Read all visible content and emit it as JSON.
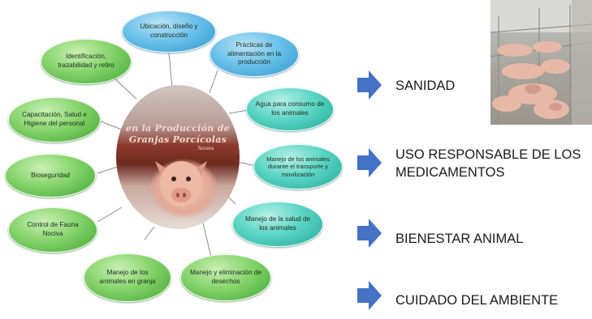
{
  "diagram": {
    "center": {
      "line1": "",
      "line2": "en la Producción de",
      "line3": "Granjas Porcícolas",
      "line4": "Tercera"
    },
    "nodes": [
      {
        "id": "ubicacion",
        "text": "Ubicación, diseño y construcción",
        "color": "blue"
      },
      {
        "id": "practicas",
        "text": "Prácticas de alimentación  en la producción",
        "color": "blue"
      },
      {
        "id": "agua",
        "text": "Agua para consumo de los animales",
        "color": "teal"
      },
      {
        "id": "transporte",
        "text": "Manejo de los animales durante el transporte y movilización",
        "color": "teal"
      },
      {
        "id": "salud",
        "text": "Manejo de la salud de los animales",
        "color": "teal"
      },
      {
        "id": "desechos",
        "text": "Manejo y eliminación de desechos",
        "color": "green"
      },
      {
        "id": "granja",
        "text": "Manejo de los animales en granja",
        "color": "green"
      },
      {
        "id": "fauna",
        "text": "Control de Fauna Nociva",
        "color": "green"
      },
      {
        "id": "bioseguridad",
        "text": "Bioseguridad",
        "color": "green"
      },
      {
        "id": "capacitacion",
        "text": "Capacitación, Salud e Higiene del personal",
        "color": "green"
      },
      {
        "id": "identificacion",
        "text": "Identificación, trazabilidad y retiro",
        "color": "green"
      }
    ],
    "outcomes": [
      {
        "id": "sanidad",
        "text": "SANIDAD"
      },
      {
        "id": "medicamentos",
        "line1": "USO RESPONSABLE DE LOS",
        "line2": "MEDICAMENTOS"
      },
      {
        "id": "bienestar",
        "text": "BIENESTAR ANIMAL"
      },
      {
        "id": "ambiente",
        "text": "CUIDADO DEL AMBIENTE"
      }
    ],
    "colors": {
      "arrow": "#4472c4",
      "link": "#7f7f7f"
    }
  }
}
